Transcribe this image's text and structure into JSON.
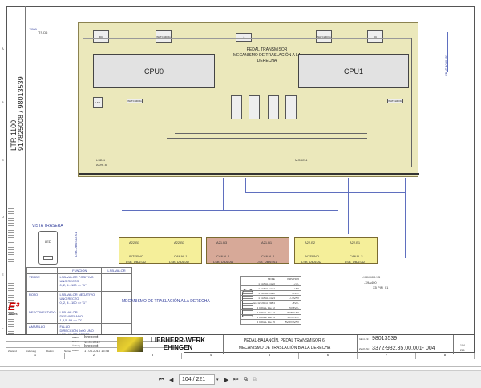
{
  "viewer": {
    "page_input": "104 / 221",
    "first_icon": "first-page-icon",
    "prev_icon": "prev-page-icon",
    "next_icon": "next-page-icon",
    "last_icon": "last-page-icon"
  },
  "document": {
    "model": "LTR 1100",
    "numbers": "917825008  /  98013539",
    "top_ref": "-X009",
    "top_ref2": "TS.D6",
    "board_title_1": "PEDAL TRANSMISOR",
    "board_title_2": "MECANISMO DE TRASLACIÓN A LA DERECHA",
    "cpu0": "CPU0",
    "cpu1": "CPU1",
    "dc": "DC",
    "watchdog": "WATCHDOG",
    "lsb": "LSB",
    "lsb_addr": "LSB  4",
    "adr": "ADR.  8",
    "mode": "MODE 4",
    "right_label": "VBAT-4030_B3",
    "col_letters": [
      "A",
      "B",
      "C",
      "D",
      "E",
      "F"
    ],
    "rear_view": "VISTA TRASERA",
    "led": "LED",
    "function_table": {
      "headers": [
        "FUNCIÓN",
        "LSB-VALOR"
      ],
      "rows": [
        {
          "color": "VERDE",
          "func": "LSB-VALOR POSITIVO\nUNO RECTO\n0, 2, 4...100 => \"1\""
        },
        {
          "color": "ROJO",
          "func": "LSB-VALOR NEGATIVO\nUNO RECTO\n0, 2, 4...100 => \"1\""
        },
        {
          "color": "DESCONECTADO",
          "func": "LSB-VALOR DESNIVELADO\n1,3,5..99 => \"0\""
        },
        {
          "color": "AMARILLO",
          "func": "FALLO\nDIRECCIÓN 0x00 UNO\nLSB-VALOR RECTO"
        }
      ]
    },
    "overlay_label": "MECANISMO DE TRASLACIÓN A LA DERECHA",
    "modules": [
      {
        "left": "A22.B1",
        "right": "A22.B3",
        "ch_l": "INTERNO",
        "ch_r": "CANAL 1",
        "foot_l": "LSB_UBA=A2",
        "foot_r": "LSB_UBA=A2"
      },
      {
        "left": "A21.B3",
        "right": "A21.B1",
        "ch_l": "CANAL 1",
        "ch_r": "CANAL 1",
        "foot_l": "LSB_UBA=A1",
        "foot_r": "LSB_UBA=A1"
      },
      {
        "left": "A22.B2",
        "right": "A22.B1",
        "ch_l": "INTERNO",
        "ch_r": "CANAL 2",
        "foot_l": "LSB_UBA=A2",
        "foot_r": "LSB_UBA=A2"
      }
    ],
    "mode_table": {
      "headers": [
        "MODE",
        "P3P2P1P0"
      ],
      "rows": [
        [
          "1 CANAL Inte 0",
          "-/-/-/-"
        ],
        [
          "1 CANAL Inte 1",
          "-/-/-/5V"
        ],
        [
          "1 CANAL Inte 2",
          "-/-/5V/-"
        ],
        [
          "1 CANAL Inte 3",
          "-/-/5V/5V"
        ],
        [
          "2as. 12..20mA LSB 4",
          "-/5V/-/-"
        ],
        [
          "2 CANAL Inte 12",
          "5V/5V/-/-"
        ],
        [
          "2 CANAL Inte 13",
          "5V/5V/-/5V"
        ],
        [
          "2 CANAL Inte 14",
          "5V/5V/5V/-"
        ],
        [
          "2 CANAL Inte 15",
          "5V/5V/5V/5V"
        ]
      ]
    },
    "conn_label": "-X9M400.X5",
    "conn_label2": "-X9A400",
    "conn_sub": "X5 PIN_01",
    "title_block": {
      "bearb_label": "Bearb.",
      "bearb": "lwenept",
      "datum_label": "Datum",
      "datum1": "10.01.2012",
      "gepr_label": "Änderg.",
      "gepr": "lwenept",
      "datum2": "17.06.2016  15:48",
      "rev_labels": [
        "Zustand",
        "Änderung",
        "Datum",
        "Name"
      ],
      "company_1": "LIEBHERR-WERK",
      "company_2": "EHINGEN",
      "desc_1": "PEDAL-BALANCÍN, PEDAL TRANSMISOR 6,",
      "desc_2": "MECANISMO DE TRASLACIÓN B A LA DERECHA",
      "ident_label": "Ident.-Nr.",
      "ident": "98013539",
      "zeich_label": "Zeich.-Nr.",
      "zeich": "3372-932.35.00.001- 004",
      "sheet": "104",
      "sheets": "221",
      "brand": "E³",
      "brand_sub": "series"
    },
    "col_numbers": [
      "1",
      "2",
      "3",
      "4",
      "5",
      "6",
      "7",
      "8"
    ]
  },
  "colors": {
    "board": "#ebe8bb",
    "module_yellow": "#f5ef9a",
    "module_red": "#d7a998",
    "wire_blue": "#5f6fbf"
  }
}
